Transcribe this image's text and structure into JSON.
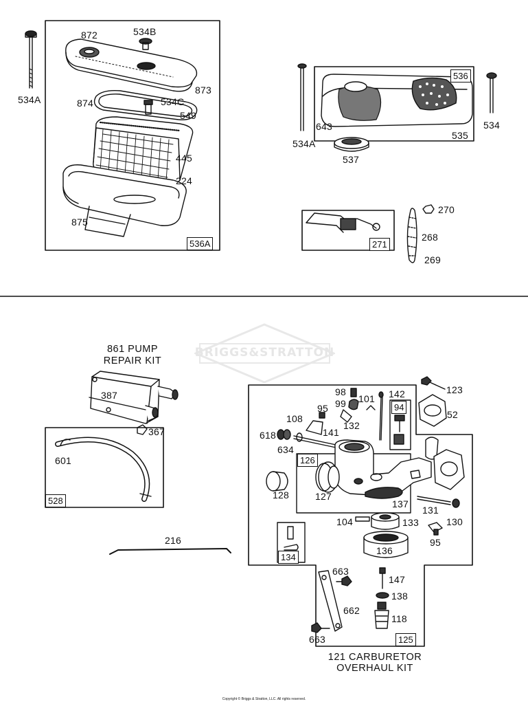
{
  "upper_left": {
    "labels": {
      "l872": "872",
      "l534B": "534B",
      "l534A": "534A",
      "l873": "873",
      "l874": "874",
      "l534C": "534C",
      "l549": "549",
      "l445": "445",
      "l224": "224",
      "l875": "875"
    },
    "kit": "536A"
  },
  "upper_right": {
    "labels": {
      "l534A": "534A",
      "l643": "643",
      "l537": "537",
      "l535": "535",
      "l534": "534",
      "l270": "270",
      "l268": "268",
      "l269": "269"
    },
    "kit_536": "536",
    "kit_271": "271"
  },
  "pump": {
    "title_line1": "861 PUMP",
    "title_line2": "REPAIR KIT",
    "labels": {
      "l387": "387",
      "l367": "367",
      "l601": "601",
      "l216": "216"
    },
    "kit_528": "528"
  },
  "carburetor": {
    "labels": {
      "l98": "98",
      "l99": "99",
      "l101": "101",
      "l142": "142",
      "l123": "123",
      "l95a": "95",
      "l108": "108",
      "l132": "132",
      "l52": "52",
      "l618": "618",
      "l141": "141",
      "l634": "634",
      "l128": "128",
      "l127": "127",
      "l137": "137",
      "l131": "131",
      "l104": "104",
      "l133": "133",
      "l130": "130",
      "l95b": "95",
      "l136": "136",
      "l663a": "663",
      "l147": "147",
      "l138": "138",
      "l662": "662",
      "l118": "118",
      "l663b": "663"
    },
    "kit_94": "94",
    "kit_126": "126",
    "kit_134": "134",
    "kit_125": "125",
    "title_line1": "121 CARBURETOR",
    "title_line2": "OVERHAUL KIT"
  },
  "watermark": "BRIGGS&STRATTON",
  "copyright": "Copyright © Briggs & Stratton, LLC. All rights reserved."
}
